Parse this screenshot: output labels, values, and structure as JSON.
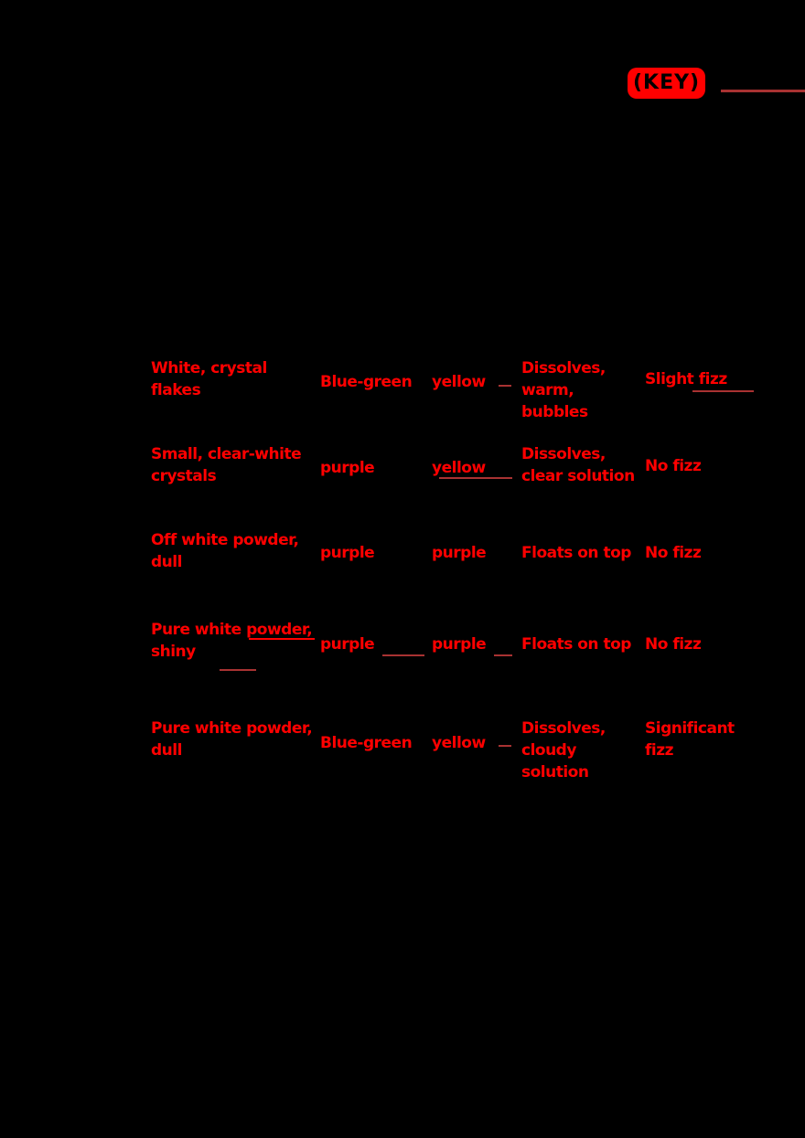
{
  "key": {
    "label": "(KEY)",
    "accent_color": "#ff0000",
    "rule_color": "#a83232"
  },
  "table": {
    "rows": [
      {
        "appearance": "White, crystal flakes",
        "color_a": "Blue-green",
        "color_b": "yellow",
        "water": "Dissolves, warm, bubbles",
        "acid": "Slight fizz"
      },
      {
        "appearance": "Small, clear-white crystals",
        "color_a": "purple",
        "color_b": "yellow",
        "water": "Dissolves, clear solution",
        "acid": "No fizz"
      },
      {
        "appearance": "Off white powder, dull",
        "color_a": "purple",
        "color_b": "purple",
        "water": "Floats on top",
        "acid": "No fizz"
      },
      {
        "appearance": "Pure white powder, shiny",
        "color_a": "purple",
        "color_b": "purple",
        "water": "Floats on top",
        "acid": "No fizz"
      },
      {
        "appearance": "Pure white powder, dull",
        "color_a": "Blue-green",
        "color_b": "yellow",
        "water": "Dissolves, cloudy solution",
        "acid": "Significant fizz"
      }
    ]
  }
}
